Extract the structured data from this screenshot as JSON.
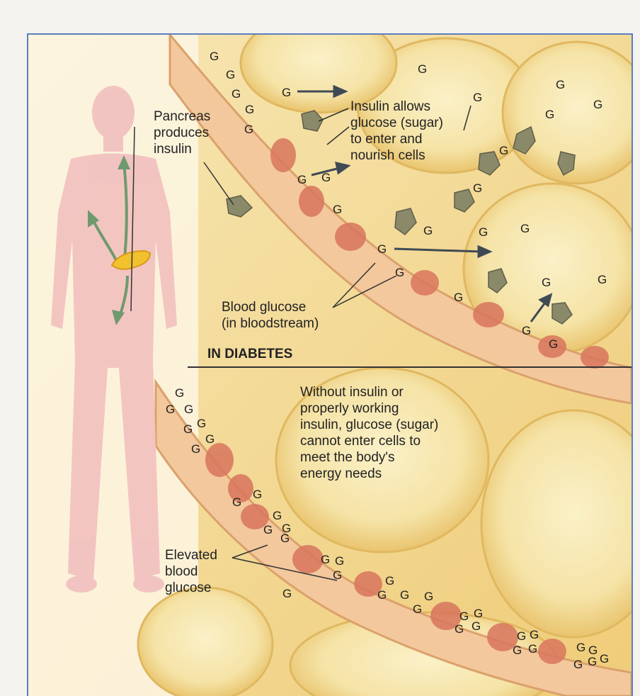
{
  "labels": {
    "pancreas": [
      "Pancreas",
      "produces",
      "insulin"
    ],
    "insulin_action": [
      "Insulin allows",
      "glucose (sugar)",
      "to enter and",
      "nourish cells"
    ],
    "blood_glucose": [
      "Blood glucose",
      "(in bloodstream)"
    ],
    "in_diabetes": "IN DIABETES",
    "without_insulin": [
      "Without insulin or",
      "properly working",
      "insulin, glucose (sugar)",
      "cannot enter cells to",
      "meet the body's",
      "energy needs"
    ],
    "elevated": [
      "Elevated",
      "blood",
      "glucose"
    ]
  },
  "glucose_symbol": "G",
  "colors": {
    "frame_border": "#5a7fbf",
    "cell": "#f6e7b0",
    "vessel": "#f0c39a",
    "red_cell": "#d9775f",
    "insulin": "#8a8a6a",
    "arrow": "#3f4a55",
    "body": "#f2c2c0",
    "pancreas": "#f2c12e",
    "pancreas_arrow": "#6f9a6e"
  }
}
